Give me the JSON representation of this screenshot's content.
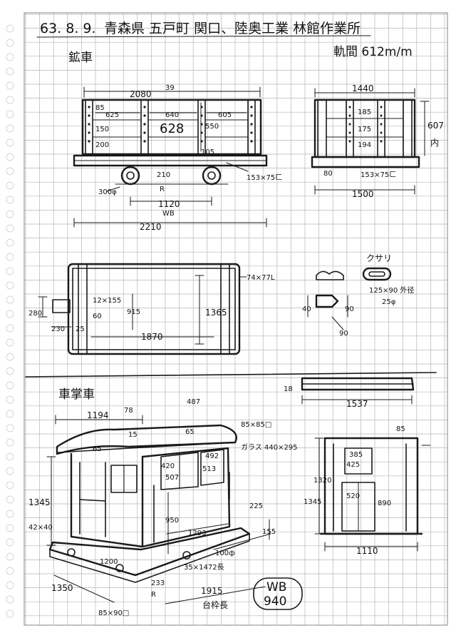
{
  "header": {
    "date": "63. 8. 9.",
    "location": "青森県 五戸町 関口、陸奥工業 林館作業所"
  },
  "ore_car": {
    "title": "鉱車",
    "gauge_note": "軌間 612m/m",
    "side_dims": [
      "2080",
      "39",
      "625",
      "640",
      "605",
      "85",
      "150",
      "200",
      "628",
      "550",
      "105",
      "210",
      "R",
      "300φ",
      "1120",
      "WB",
      "2210",
      "153×75ㄈ"
    ],
    "end_dims": [
      "1440",
      "185",
      "175",
      "194",
      "607",
      "内",
      "80",
      "153×75ㄈ",
      "1500"
    ],
    "plan_dims": [
      "74×77L",
      "1365",
      "915",
      "1870",
      "280",
      "12×155",
      "60",
      "230",
      "25"
    ],
    "coupler_title": "クサリ",
    "coupler_dims": [
      "125×90 外径",
      "25φ"
    ],
    "coupler_small_dims": [
      "40",
      "90",
      "90"
    ]
  },
  "caboose": {
    "title": "車掌車",
    "perspective_dims": [
      "1194",
      "78",
      "65",
      "15",
      "487",
      "85×85□",
      "65",
      "ガラス 440×295",
      "420",
      "507",
      "513",
      "492",
      "1345",
      "42×40",
      "950",
      "1293",
      "225",
      "155",
      "100ф",
      "1200",
      "35×1472長",
      "1350",
      "233",
      "R",
      "85×90□",
      "1915",
      "台枠長"
    ],
    "wb_label": "WB",
    "wb_value": "940",
    "roof_dims": [
      "18",
      "1537"
    ],
    "end_view_dims": [
      "85",
      "385",
      "425",
      "1320",
      "1345",
      "520",
      "890",
      "1110"
    ]
  }
}
